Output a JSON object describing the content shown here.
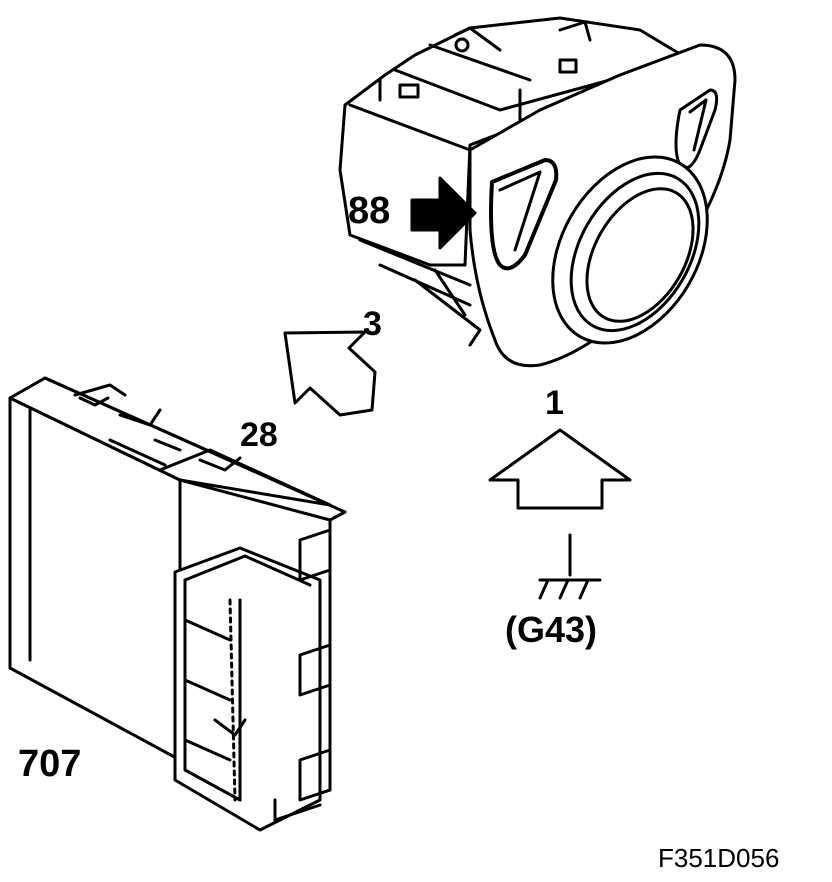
{
  "labels": {
    "switch": "88",
    "to_module": "3",
    "module_pin": "28",
    "switch_pin": "1",
    "ground": "(G43)",
    "module": "707",
    "figure_code": "F351D056"
  },
  "colors": {
    "line": "#000000",
    "fill": "#ffffff",
    "shade": "#000000"
  }
}
